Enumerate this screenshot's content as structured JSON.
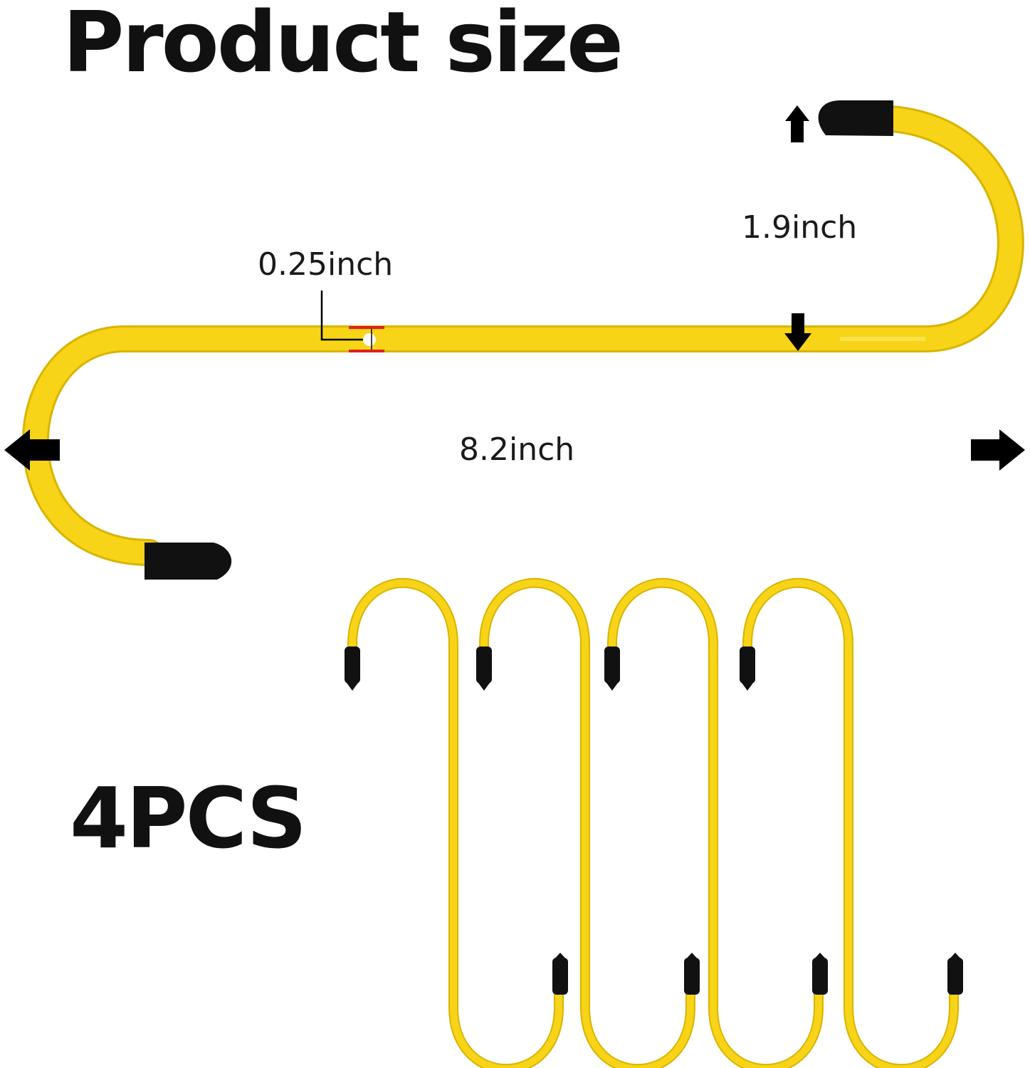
{
  "title": "Product size",
  "quantity_label": "4PCS",
  "dimensions": {
    "hook_height": "1.9inch",
    "rod_diameter": "0.25inch",
    "total_length": "8.2inch"
  },
  "colors": {
    "hook": "#f7d417",
    "hook_outline": "#d9b400",
    "cap": "#111111",
    "marker": "#e0201c",
    "arrow": "#000000"
  },
  "icons": [
    "s-hook-large",
    "s-hook-small",
    "arrow-up-icon",
    "arrow-down-icon",
    "arrow-left-icon",
    "arrow-right-icon"
  ]
}
